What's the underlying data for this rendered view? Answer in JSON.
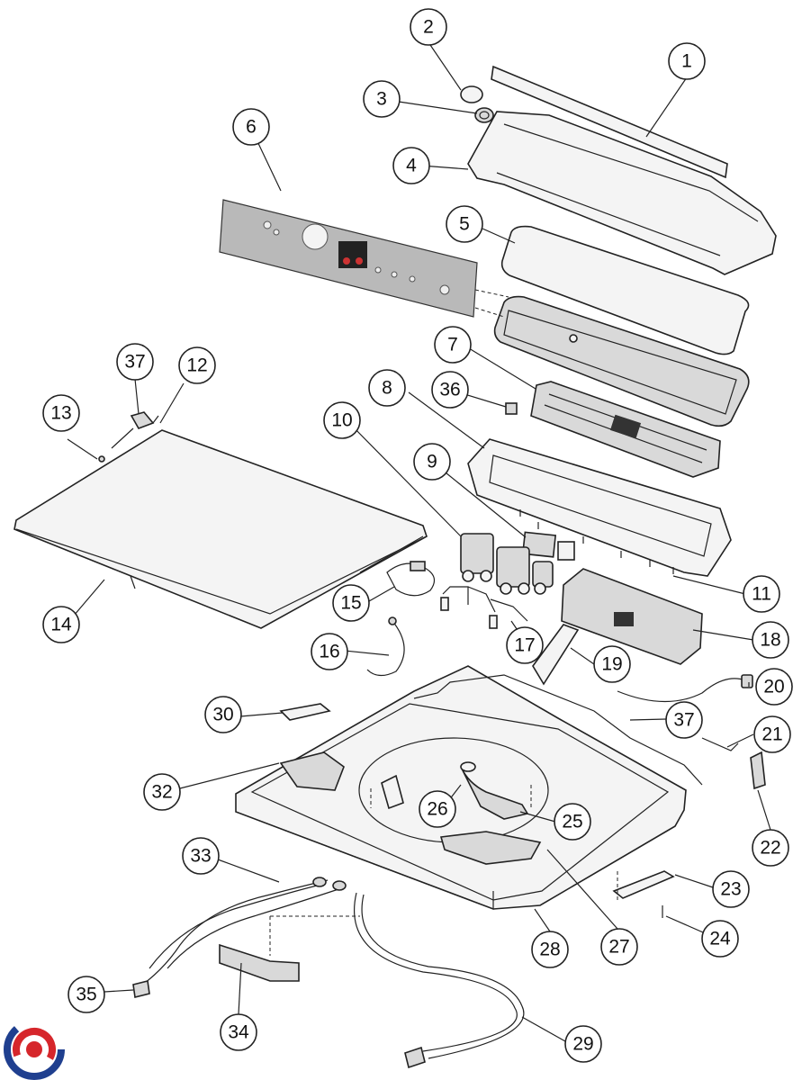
{
  "diagram": {
    "callouts": [
      {
        "id": "1",
        "label": "1"
      },
      {
        "id": "2",
        "label": "2"
      },
      {
        "id": "3",
        "label": "3"
      },
      {
        "id": "4",
        "label": "4"
      },
      {
        "id": "5",
        "label": "5"
      },
      {
        "id": "6",
        "label": "6"
      },
      {
        "id": "7",
        "label": "7"
      },
      {
        "id": "8",
        "label": "8"
      },
      {
        "id": "9",
        "label": "9"
      },
      {
        "id": "10",
        "label": "10"
      },
      {
        "id": "11",
        "label": "11"
      },
      {
        "id": "12",
        "label": "12"
      },
      {
        "id": "13",
        "label": "13"
      },
      {
        "id": "14",
        "label": "14"
      },
      {
        "id": "15",
        "label": "15"
      },
      {
        "id": "16",
        "label": "16"
      },
      {
        "id": "17",
        "label": "17"
      },
      {
        "id": "18",
        "label": "18"
      },
      {
        "id": "19",
        "label": "19"
      },
      {
        "id": "20",
        "label": "20"
      },
      {
        "id": "21",
        "label": "21"
      },
      {
        "id": "22",
        "label": "22"
      },
      {
        "id": "23",
        "label": "23"
      },
      {
        "id": "24",
        "label": "24"
      },
      {
        "id": "25",
        "label": "25"
      },
      {
        "id": "26",
        "label": "26"
      },
      {
        "id": "27",
        "label": "27"
      },
      {
        "id": "28",
        "label": "28"
      },
      {
        "id": "29",
        "label": "29"
      },
      {
        "id": "30",
        "label": "30"
      },
      {
        "id": "32",
        "label": "32"
      },
      {
        "id": "33",
        "label": "33"
      },
      {
        "id": "34",
        "label": "34"
      },
      {
        "id": "35",
        "label": "35"
      },
      {
        "id": "36",
        "label": "36"
      },
      {
        "id": "37a",
        "label": "37"
      },
      {
        "id": "37b",
        "label": "37"
      }
    ]
  },
  "logo": {
    "icon": "brand-swirl-icon",
    "colors": {
      "red": "#d6262b",
      "blue": "#1f3f8f"
    }
  }
}
